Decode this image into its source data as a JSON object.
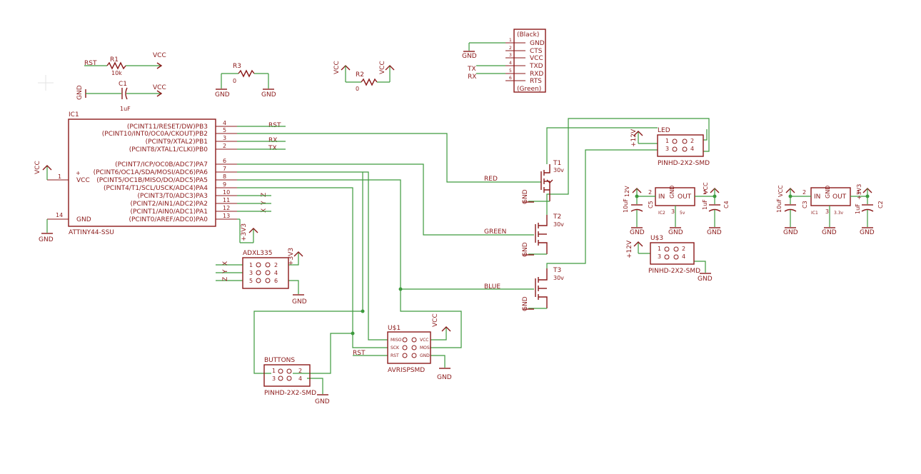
{
  "ic1": {
    "name": "IC1",
    "part": "ATTINY44-SSU",
    "pins_right": [
      {
        "label": "(PCINT11/RESET/DW)PB3",
        "num": "4",
        "net": "RST"
      },
      {
        "label": "(PCINT10/INT0/OC0A/CKOUT)PB2",
        "num": "5",
        "net": ""
      },
      {
        "label": "(PCINT9/XTAL2)PB1",
        "num": "3",
        "net": "RX"
      },
      {
        "label": "(PCINT8/XTAL1/CLKI)PB0",
        "num": "2",
        "net": "TX"
      },
      {
        "label": "(PCINT7/ICP/OC0B/ADC7)PA7",
        "num": "6",
        "net": ""
      },
      {
        "label": "(PCINT6/OC1A/SDA/MOSI/ADC6)PA6",
        "num": "7",
        "net": ""
      },
      {
        "label": "(PCINT5/OC1B/MISO/DO/ADC5)PA5",
        "num": "8",
        "net": ""
      },
      {
        "label": "(PCINT4/T1/SCL/USCK/ADC4)PA4",
        "num": "9",
        "net": ""
      },
      {
        "label": "(PCINT3/T0/ADC3)PA3",
        "num": "10",
        "net": "Z"
      },
      {
        "label": "(PCINT2/AIN1/ADC2)PA2",
        "num": "11",
        "net": "Y"
      },
      {
        "label": "(PCINT1/AIN0/ADC1)PA1",
        "num": "12",
        "net": "X"
      },
      {
        "label": "(PCINT0/AREF/ADC0)PA0",
        "num": "13",
        "net": ""
      }
    ],
    "pin_vcc": {
      "label": "VCC",
      "num": "1"
    },
    "pin_gnd": {
      "label": "GND",
      "num": "14"
    }
  },
  "r1": {
    "name": "R1",
    "value": "10k",
    "left_net": "RST",
    "right_net": "VCC"
  },
  "c1": {
    "name": "C1",
    "value": "1uF",
    "left_net": "GND",
    "right_net": "VCC"
  },
  "r3": {
    "name": "R3",
    "value": "0",
    "left_net": "GND",
    "right_net": "GND"
  },
  "r2": {
    "name": "R2",
    "value": "0",
    "left_net": "VCC",
    "right_net": "VCC"
  },
  "ftdi": {
    "top": "(Black)",
    "bottom": "(Green)",
    "pins": [
      "GND",
      "CTS",
      "VCC",
      "TXD",
      "RXD",
      "RTS"
    ],
    "nums": [
      "1",
      "2",
      "3",
      "4",
      "5",
      "6"
    ],
    "gnd": "GND",
    "tx": "TX",
    "rx": "RX"
  },
  "ic1_side": {
    "vcc": "VCC",
    "gnd": "GND",
    "v3": "+3V3"
  },
  "adxl": {
    "name": "ADXL335",
    "pins": [
      "1",
      "2",
      "3",
      "4",
      "5",
      "6"
    ],
    "nets": [
      "X",
      "Y",
      "Z"
    ],
    "supply": "+3V3",
    "gnd": "GND"
  },
  "buttons": {
    "name": "BUTTONS",
    "part": "PINHD-2X2-SMD",
    "pins": [
      "1",
      "2",
      "3",
      "4"
    ],
    "gnd": "GND"
  },
  "isp": {
    "name": "U$1",
    "part": "AVRISPSMD",
    "pins": [
      "MISO",
      "VCC",
      "SCK",
      "MOSI",
      "RST",
      "GND"
    ],
    "rst": "RST",
    "vcc": "VCC",
    "gnd": "GND"
  },
  "mosfets": [
    {
      "name": "T1",
      "value": "30v",
      "net": "RED",
      "gnd": "GND"
    },
    {
      "name": "T2",
      "value": "30v",
      "net": "GREEN",
      "gnd": "GND"
    },
    {
      "name": "T3",
      "value": "30v",
      "net": "BLUE",
      "gnd": "GND"
    }
  ],
  "led": {
    "name": "LED",
    "part": "PINHD-2X2-SMD",
    "pins": [
      "1",
      "2",
      "3",
      "4"
    ],
    "supply": "+12V"
  },
  "u3": {
    "name": "U$3",
    "part": "PINHD-2X2-SMD",
    "pins": [
      "1",
      "2",
      "3",
      "4"
    ],
    "supply": "+12V",
    "gnd": "GND"
  },
  "reg5": {
    "ic": "IC2",
    "value": "5v",
    "in": "IN",
    "out": "OUT",
    "gnd_pin": "GND",
    "pin_in": "2",
    "pin_out": "1",
    "pin_gnd": "3",
    "c_in": {
      "name": "C5",
      "value": "10uF",
      "supply": "12V"
    },
    "c_out": {
      "name": "C4",
      "value": "1uF",
      "supply": "VCC"
    },
    "gnd": "GND"
  },
  "reg33": {
    "ic": "IC1",
    "value": "3.3v",
    "in": "IN",
    "out": "OUT",
    "gnd_pin": "GND",
    "pin_in": "2",
    "pin_out": "1",
    "pin_gnd": "3",
    "c_in": {
      "name": "C3",
      "value": "10uF",
      "supply": "VCC"
    },
    "c_out": {
      "name": "C2",
      "value": "1uF",
      "supply": "+3V3"
    },
    "gnd": "GND"
  }
}
